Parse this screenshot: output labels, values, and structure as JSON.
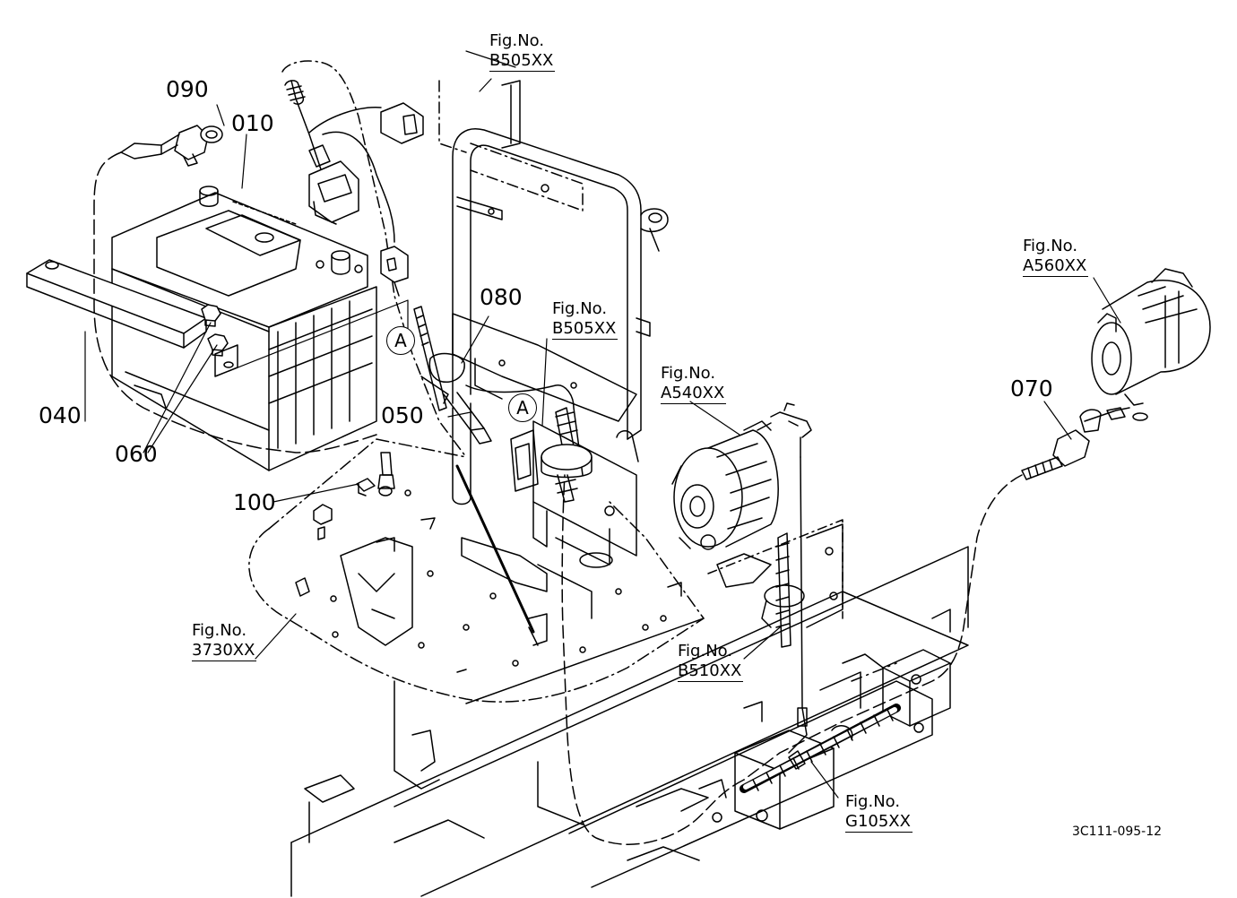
{
  "parts": [
    {
      "id": "p010",
      "label": "010"
    },
    {
      "id": "p040",
      "label": "040"
    },
    {
      "id": "p050",
      "label": "050"
    },
    {
      "id": "p060",
      "label": "060"
    },
    {
      "id": "p070",
      "label": "070"
    },
    {
      "id": "p080",
      "label": "080"
    },
    {
      "id": "p090",
      "label": "090"
    },
    {
      "id": "p100",
      "label": "100"
    }
  ],
  "figure_refs": [
    {
      "id": "b505a",
      "prefix": "Fig.No.",
      "code": "B505XX"
    },
    {
      "id": "b505b",
      "prefix": "Fig.No.",
      "code": "B505XX"
    },
    {
      "id": "a560",
      "prefix": "Fig.No.",
      "code": "A560XX"
    },
    {
      "id": "a540",
      "prefix": "Fig.No.",
      "code": "A540XX"
    },
    {
      "id": "f3730",
      "prefix": "Fig.No.",
      "code": "3730XX"
    },
    {
      "id": "b510",
      "prefix": "Fig.No.",
      "code": "B510XX"
    },
    {
      "id": "g105",
      "prefix": "Fig.No.",
      "code": "G105XX"
    }
  ],
  "connection_marks": [
    "A",
    "A"
  ],
  "drawing_id": "3C111-095-12"
}
